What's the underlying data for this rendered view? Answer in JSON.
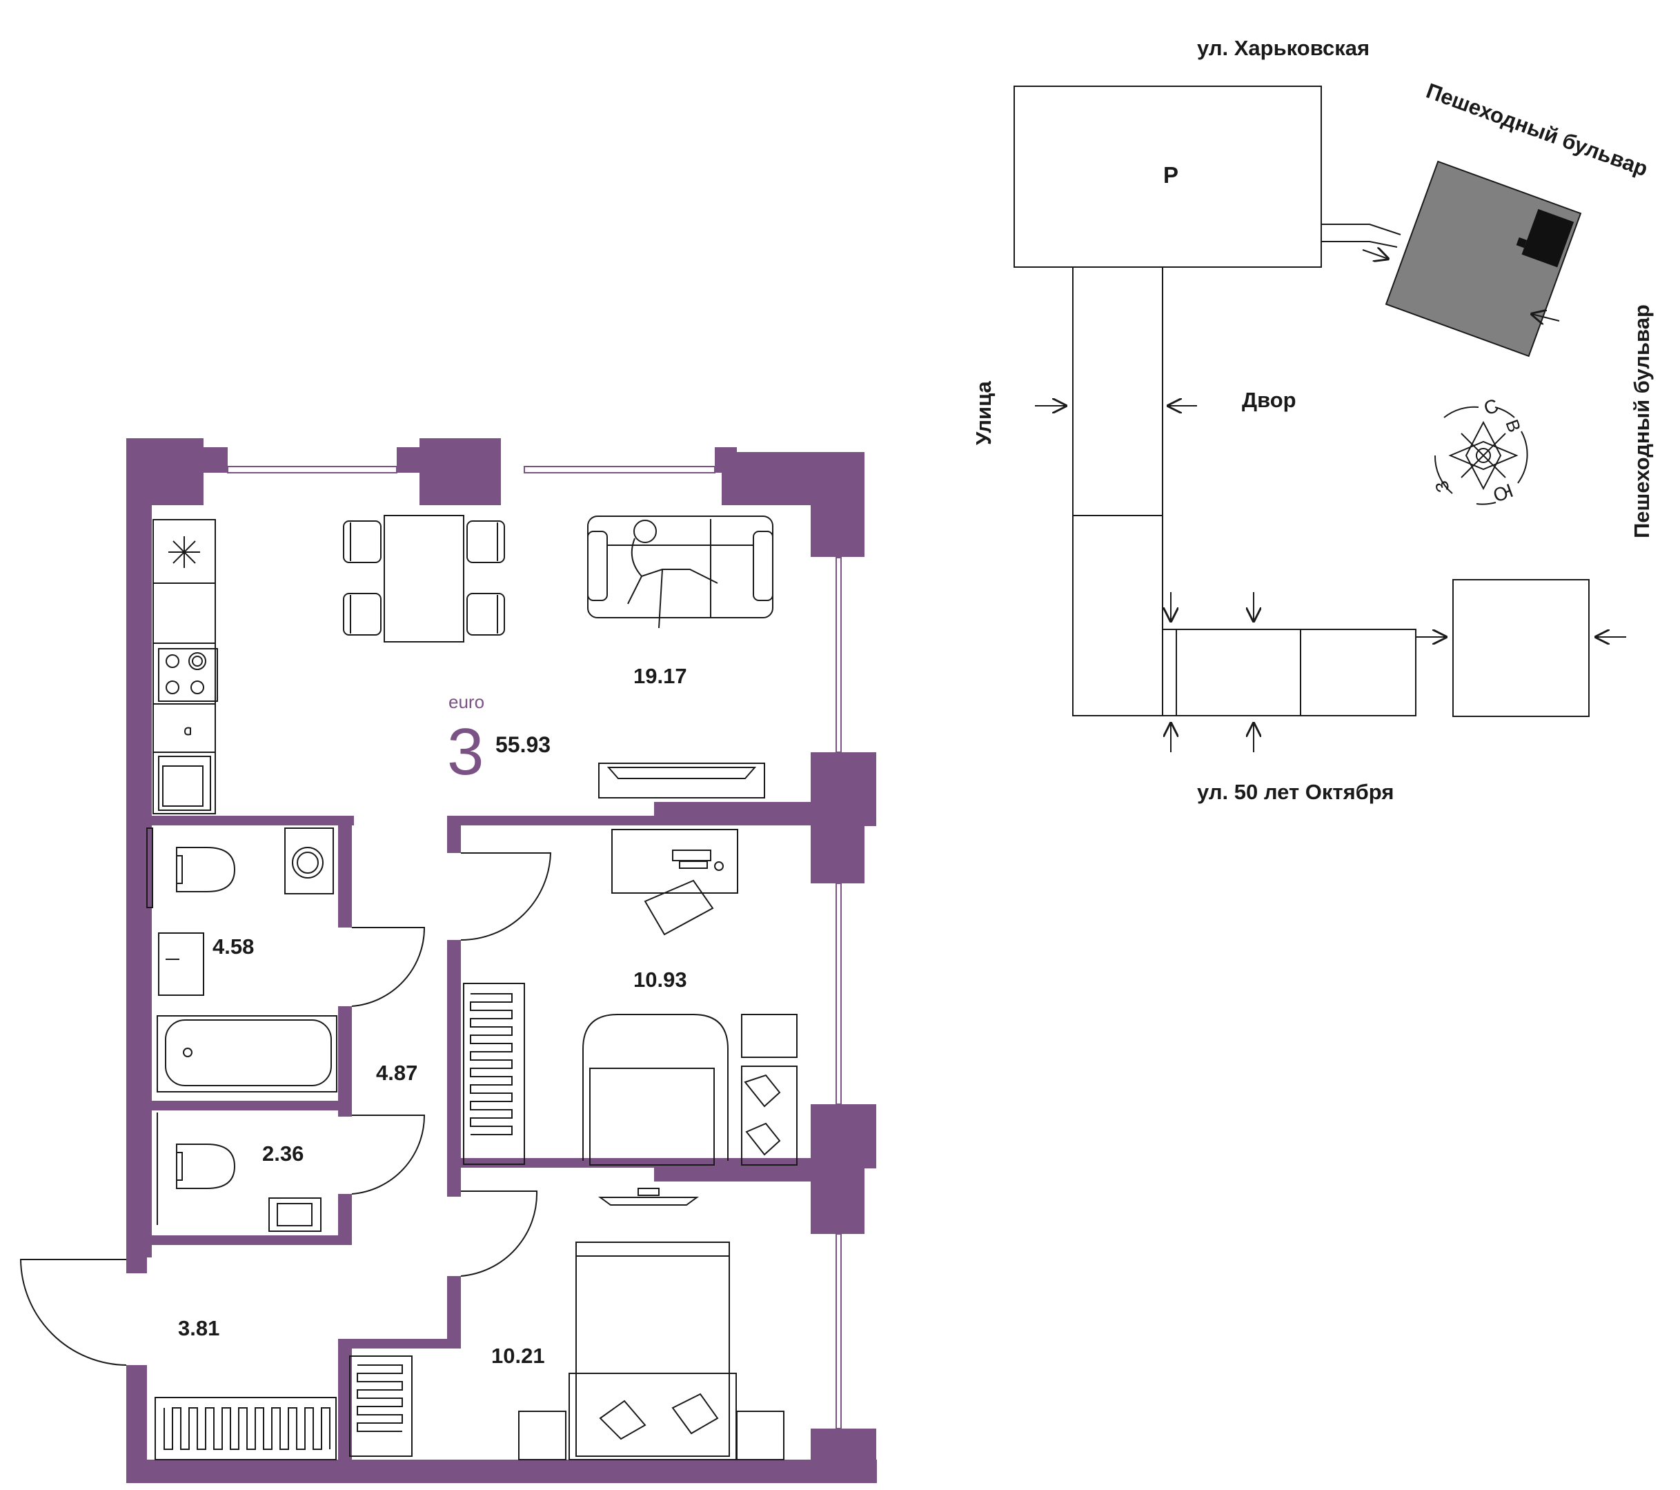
{
  "colors": {
    "wall": "#7b5284",
    "line": "#1a1a1a",
    "building_fill": "#808080",
    "building_dark": "#111111",
    "background": "#ffffff",
    "accent_text": "#7b5284"
  },
  "apartment": {
    "type_prefix": "euro",
    "rooms": "3",
    "total_area": "55.93"
  },
  "rooms": {
    "living": "19.17",
    "bedroom1": "10.93",
    "bedroom2": "10.21",
    "bathroom": "4.58",
    "hall": "4.87",
    "toilet": "2.36",
    "entry": "3.81"
  },
  "site_plan": {
    "street_top": "ул. Харьковская",
    "street_bottom": "ул. 50 лет Октября",
    "street_left": "Улица",
    "boulevard_top": "Пешеходный бульвар",
    "boulevard_right": "Пешеходный бульвар",
    "courtyard": "Двор",
    "parking": "Р"
  },
  "compass": {
    "north": "С",
    "east": "В",
    "south": "Ю",
    "west": "З"
  },
  "icons": {
    "compass": "compass-rose-icon",
    "fridge": "snowflake-icon",
    "stove": "stove-icon",
    "sink": "sink-icon",
    "entrance_arrow": "arrow-icon"
  }
}
